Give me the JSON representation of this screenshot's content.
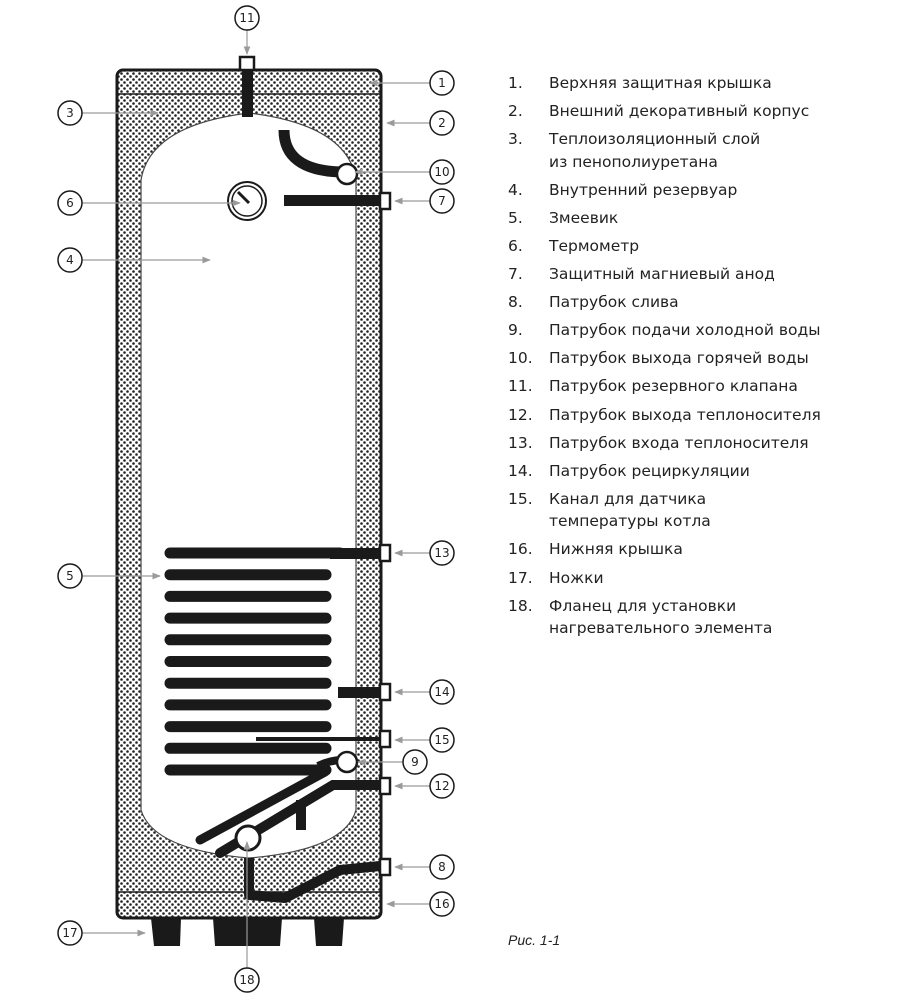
{
  "legend": [
    {
      "num": "1.",
      "text": "Верхняя защитная крышка"
    },
    {
      "num": "2.",
      "text": "Внешний декоративный корпус"
    },
    {
      "num": "3.",
      "text": "Теплоизоляционный слой\nиз пенополиуретана"
    },
    {
      "num": "4.",
      "text": "Внутренний резервуар"
    },
    {
      "num": "5.",
      "text": "Змеевик"
    },
    {
      "num": "6.",
      "text": "Термометр"
    },
    {
      "num": "7.",
      "text": "Защитный магниевый анод"
    },
    {
      "num": "8.",
      "text": "Патрубок слива"
    },
    {
      "num": "9.",
      "text": "Патрубок подачи холодной воды"
    },
    {
      "num": "10.",
      "text": "Патрубок выхода горячей воды"
    },
    {
      "num": "11.",
      "text": "Патрубок резервного клапана"
    },
    {
      "num": "12.",
      "text": "Патрубок выхода теплоносителя"
    },
    {
      "num": "13.",
      "text": "Патрубок входа теплоносителя"
    },
    {
      "num": "14.",
      "text": "Патрубок рециркуляции"
    },
    {
      "num": "15.",
      "text": "Канал для датчика\nтемпературы котла"
    },
    {
      "num": "16.",
      "text": "Нижняя крышка"
    },
    {
      "num": "17.",
      "text": "Ножки"
    },
    {
      "num": "18.",
      "text": "Фланец для установки\nнагревательного элемента"
    }
  ],
  "callouts": [
    "1",
    "2",
    "3",
    "4",
    "5",
    "6",
    "7",
    "8",
    "9",
    "10",
    "11",
    "12",
    "13",
    "14",
    "15",
    "16",
    "17",
    "18"
  ],
  "caption": "Рис. 1-1",
  "colors": {
    "ink": "#1a1a1a",
    "leader": "#9a9a9a",
    "text": "#222222"
  }
}
